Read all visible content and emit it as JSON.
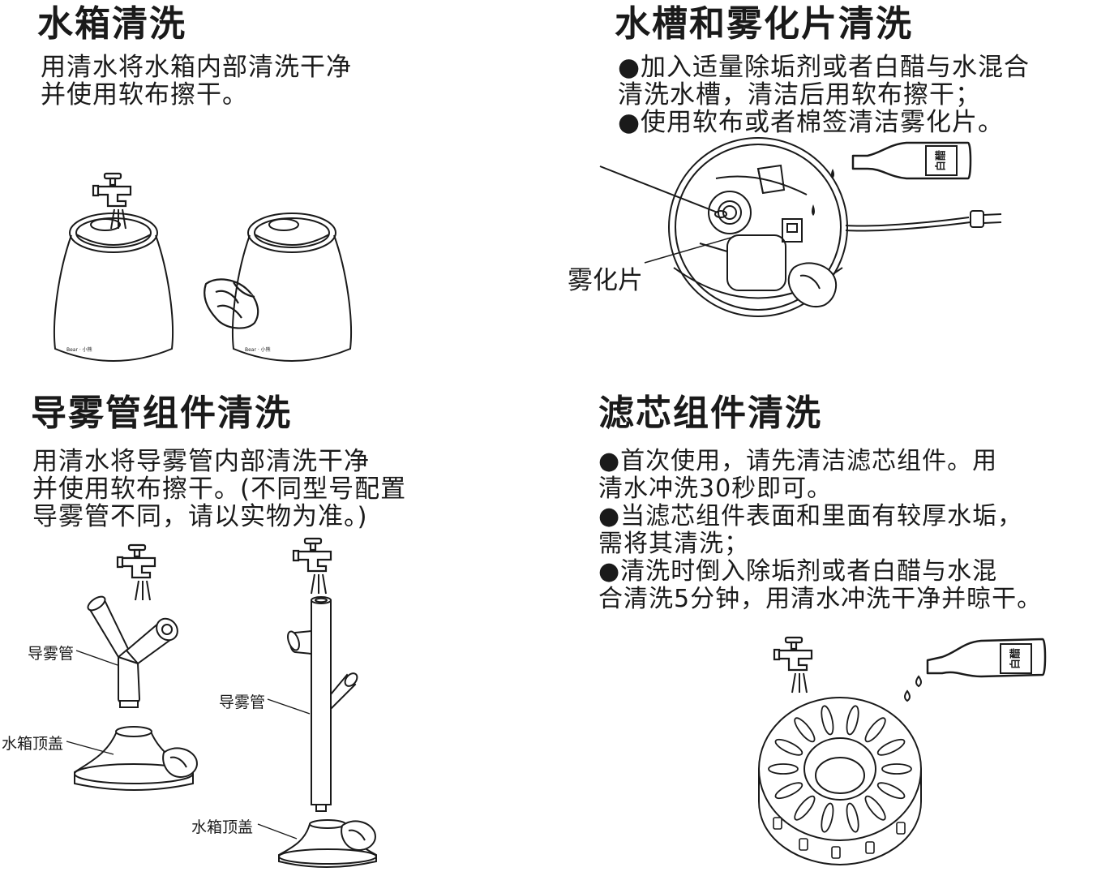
{
  "sections": {
    "tank": {
      "title": "水箱清洗",
      "lines": [
        "用清水将水箱内部清洗干净",
        "并使用软布擦干。"
      ]
    },
    "sink": {
      "title": "水槽和雾化片清洗",
      "lines": [
        "●加入适量除垢剂或者白醋与水混合",
        "清洗水槽，清洁后用软布擦干；",
        "●使用软布或者棉签清洁雾化片。"
      ],
      "label_atomizer": "雾化片",
      "bottle_text": "白醋"
    },
    "pipe": {
      "title": "导雾管组件清洗",
      "lines": [
        "用清水将导雾管内部清洗干净",
        "并使用软布擦干。(不同型号配置",
        "导雾管不同，请以实物为准。)"
      ],
      "label_pipe": "导雾管",
      "label_cap": "水箱顶盖"
    },
    "filter": {
      "title": "滤芯组件清洗",
      "lines": [
        "●首次使用，请先清洁滤芯组件。用",
        "清水冲洗30秒即可。",
        "●当滤芯组件表面和里面有较厚水垢，",
        "需将其清洗；",
        "●清洗时倒入除垢剂或者白醋与水混",
        "合清洗5分钟，用清水冲洗干净并晾干。"
      ],
      "bottle_text": "白醋"
    }
  },
  "icons": {
    "faucet": "faucet-icon",
    "cloth": "cloth-icon",
    "bottle": "vinegar-bottle-icon",
    "droplet": "water-drop-icon",
    "plug": "power-plug-icon"
  },
  "colors": {
    "ink": "#1a1a1a",
    "background": "#ffffff"
  }
}
